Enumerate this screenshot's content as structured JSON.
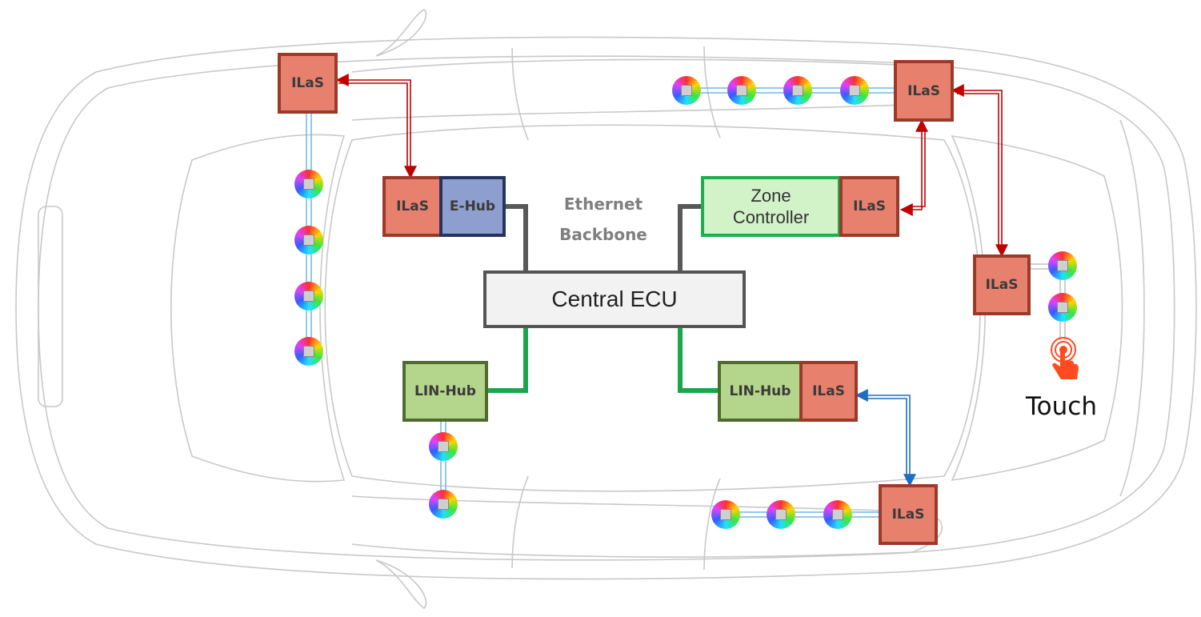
{
  "nodes": {
    "ilas_front_left": "ILaS",
    "ilas_ehub": "ILaS",
    "ehub": "E-Hub",
    "ilas_top_right": "ILaS",
    "zone_controller": "Zone Controller",
    "ilas_zone": "ILaS",
    "ilas_rear_right": "ILaS",
    "central_ecu": "Central ECU",
    "lin_hub_left": "LIN-Hub",
    "lin_hub_right": "LIN-Hub",
    "ilas_lin_right": "ILaS",
    "ilas_bottom": "ILaS"
  },
  "labels": {
    "ethernet_line1": "Ethernet",
    "ethernet_line2": "Backbone",
    "touch": "Touch"
  },
  "colors": {
    "ethernet_link": "#595959",
    "lin_link": "#1aa64a",
    "ilas_link_red": "#c00000",
    "ilas_link_blue": "#1f6fc0",
    "led_chain": "#6fb7e8"
  },
  "icons": {
    "led": "rgb-led-icon",
    "touch": "touch-hand-icon"
  }
}
